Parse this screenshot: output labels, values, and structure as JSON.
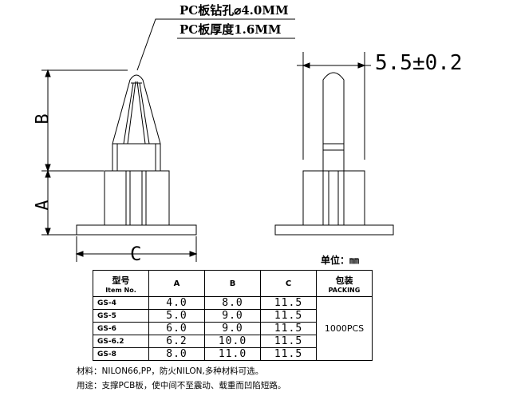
{
  "annotations": {
    "hole_note": "PC板钻孔⌀4.0MM",
    "thickness_note": "PC板厚度1.6MM",
    "tolerance_note": "5.5±0.2",
    "dim_b": "B",
    "dim_a": "A",
    "dim_c": "C",
    "unit_label": "单位：㎜"
  },
  "table": {
    "headers": {
      "model_cn": "型号",
      "model_en": "Item No.",
      "a": "A",
      "b": "B",
      "c": "C",
      "pack_cn": "包装",
      "pack_en": "PACKING"
    },
    "rows": [
      {
        "item": "GS-4",
        "a": "4.0",
        "b": "8.0",
        "c": "11.5"
      },
      {
        "item": "GS-5",
        "a": "5.0",
        "b": "9.0",
        "c": "11.5"
      },
      {
        "item": "GS-6",
        "a": "6.0",
        "b": "9.0",
        "c": "11.5"
      },
      {
        "item": "GS-6.2",
        "a": "6.2",
        "b": "10.0",
        "c": "11.5"
      },
      {
        "item": "GS-8",
        "a": "8.0",
        "b": "11.0",
        "c": "11.5"
      }
    ],
    "packing": "1000PCS"
  },
  "notes": {
    "material": "材料：NILON66,PP，防火NILON,多种材料可选。",
    "usage": "用途：支撑PCB板，使中间不至震动、载重而凹陷短路。"
  }
}
